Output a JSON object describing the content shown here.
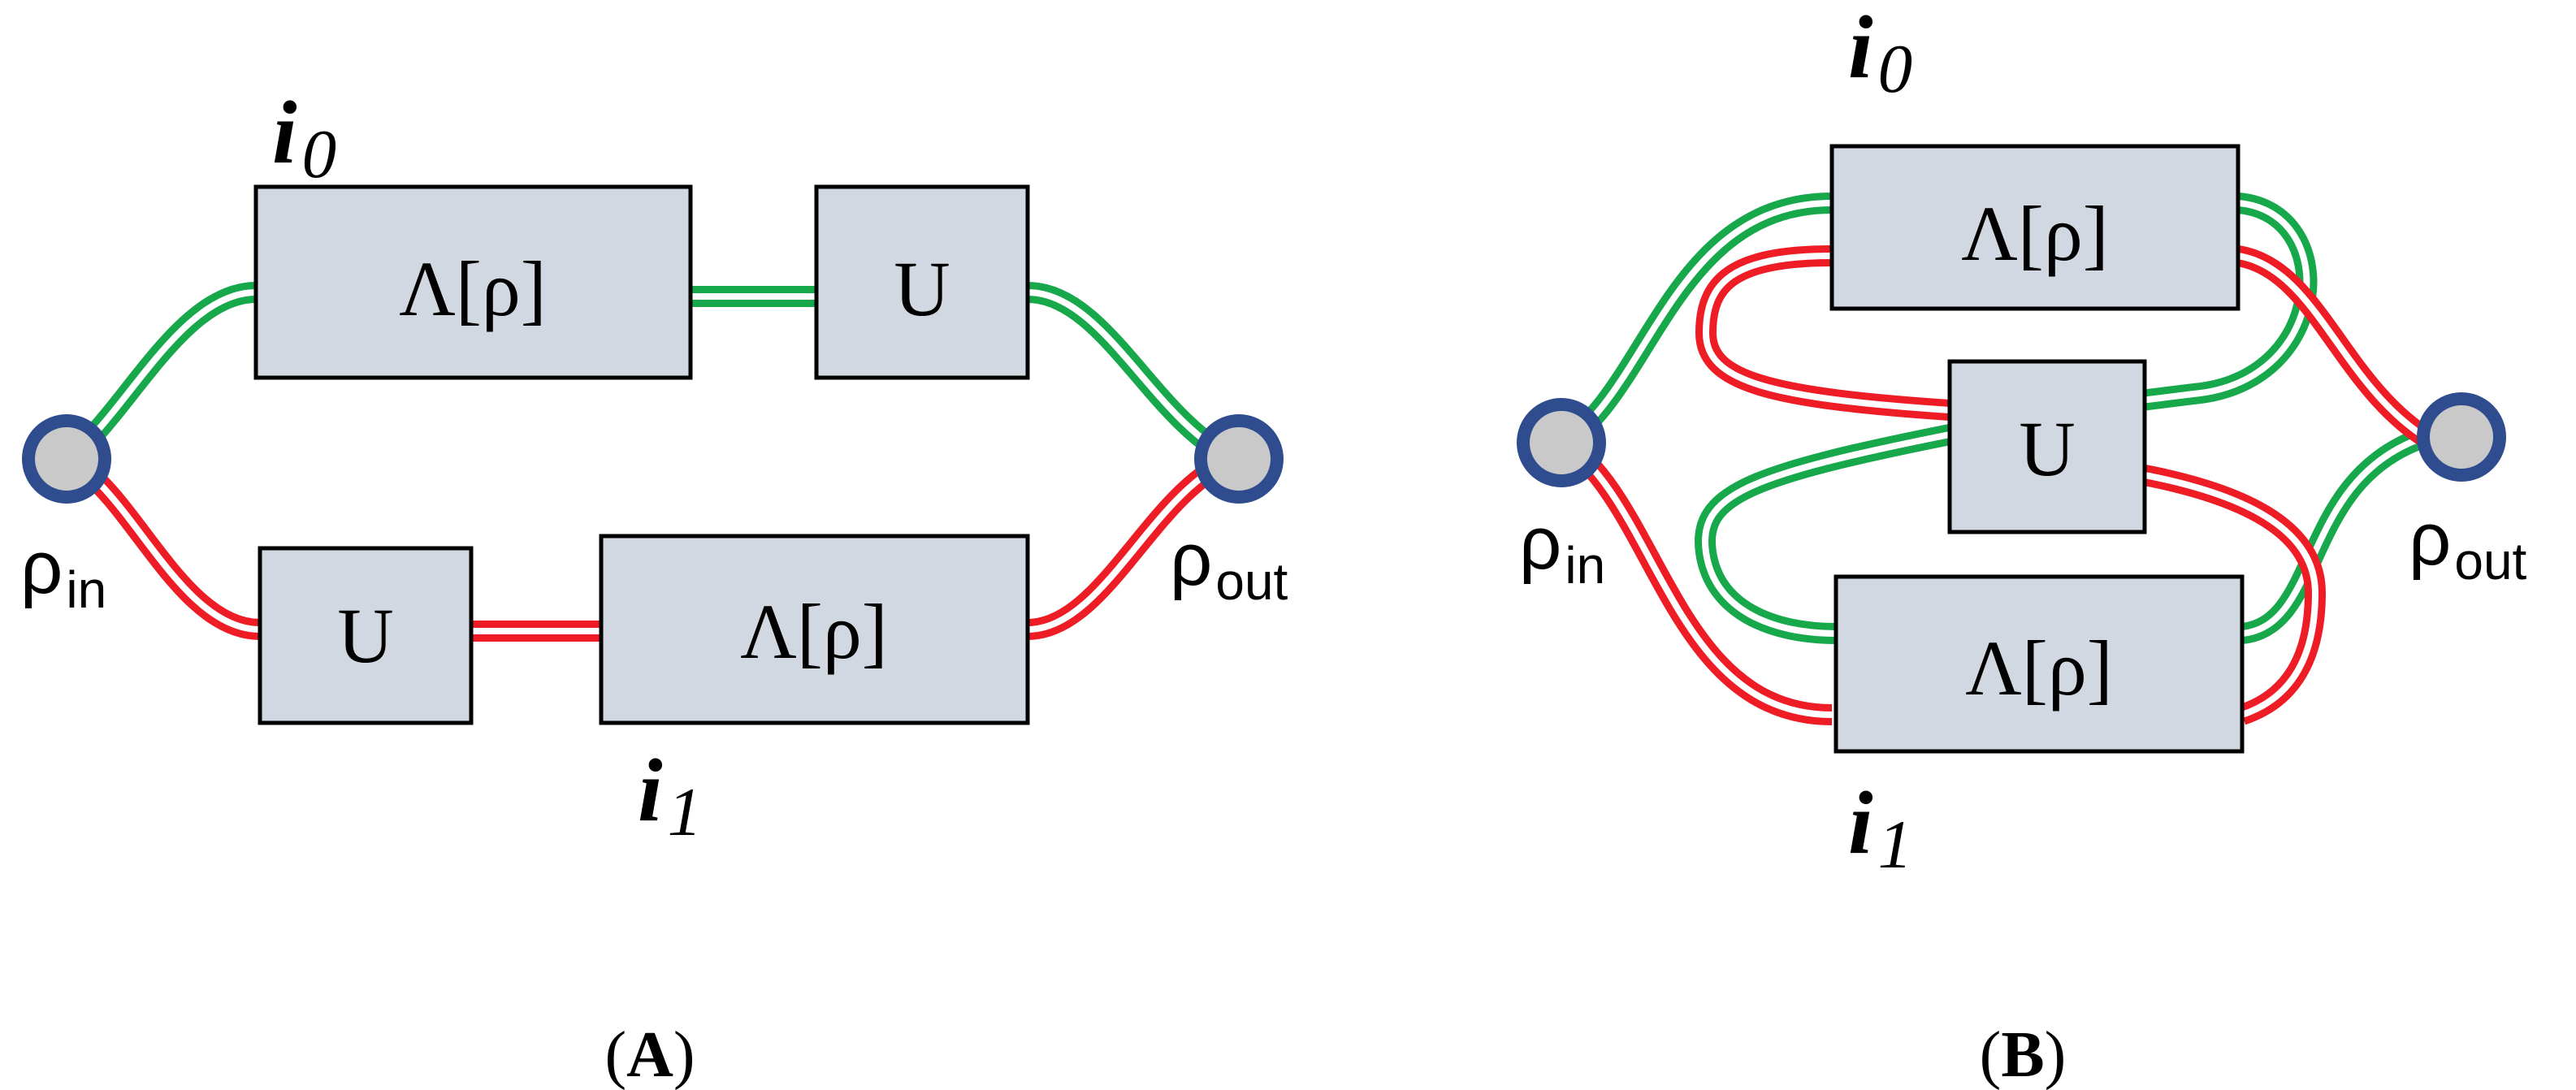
{
  "panel_a": {
    "label_open": "(",
    "label_letter": "A",
    "label_close": ")",
    "box_top_left": "Λ[ρ]",
    "box_top_right": "U",
    "box_bottom_left": "U",
    "box_bottom_right": "Λ[ρ]",
    "index_top_base": "i",
    "index_top_sub": "0",
    "index_bottom_base": "i",
    "index_bottom_sub": "1",
    "rho_in_base": "ρ",
    "rho_in_sub": "in",
    "rho_out_base": "ρ",
    "rho_out_sub": "out"
  },
  "panel_b": {
    "label_open": "(",
    "label_letter": "B",
    "label_close": ")",
    "box_top": "Λ[ρ]",
    "box_middle": "U",
    "box_bottom": "Λ[ρ]",
    "index_top_base": "i",
    "index_top_sub": "0",
    "index_bottom_base": "i",
    "index_bottom_sub": "1",
    "rho_in_base": "ρ",
    "rho_in_sub": "in",
    "rho_out_base": "ρ",
    "rho_out_sub": "out"
  },
  "colors": {
    "path_0": "#17a84b",
    "path_1": "#ee1c25",
    "box_fill": "#d2d8e2",
    "node_ring": "#2e4c8e",
    "node_fill": "#c9c9c9"
  }
}
